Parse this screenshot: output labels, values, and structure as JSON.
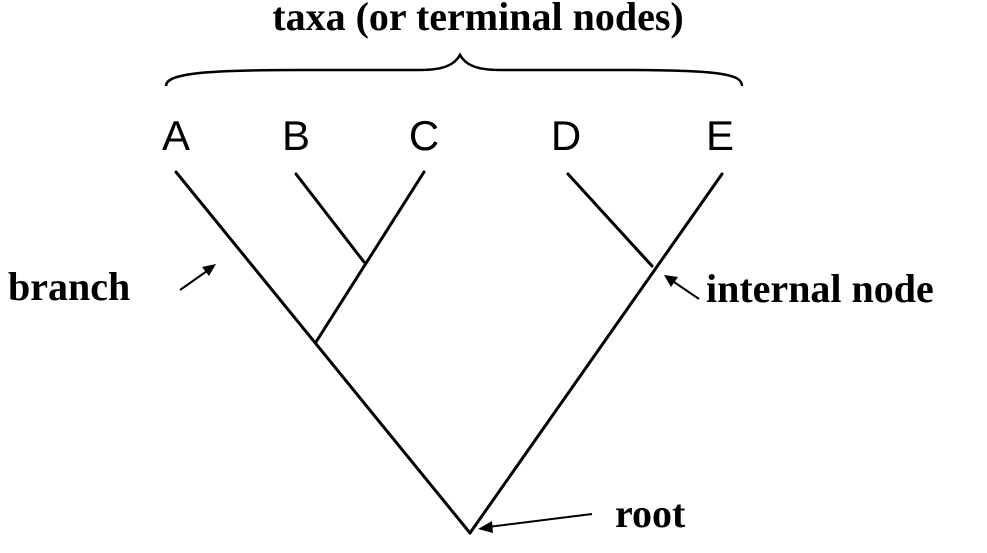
{
  "title": "taxa (or terminal nodes)",
  "taxa": [
    {
      "id": "A",
      "label": "A"
    },
    {
      "id": "B",
      "label": "B"
    },
    {
      "id": "C",
      "label": "C"
    },
    {
      "id": "D",
      "label": "D"
    },
    {
      "id": "E",
      "label": "E"
    }
  ],
  "tree": {
    "root": {
      "children": [
        {
          "children": [
            "A",
            {
              "children": [
                "B",
                "C"
              ]
            }
          ]
        },
        {
          "children": [
            "D",
            "E"
          ]
        }
      ]
    }
  },
  "annotations": {
    "branch": "branch",
    "internal_node": "internal node",
    "root": "root"
  },
  "colors": {
    "ink": "#000000",
    "background": "#ffffff"
  }
}
